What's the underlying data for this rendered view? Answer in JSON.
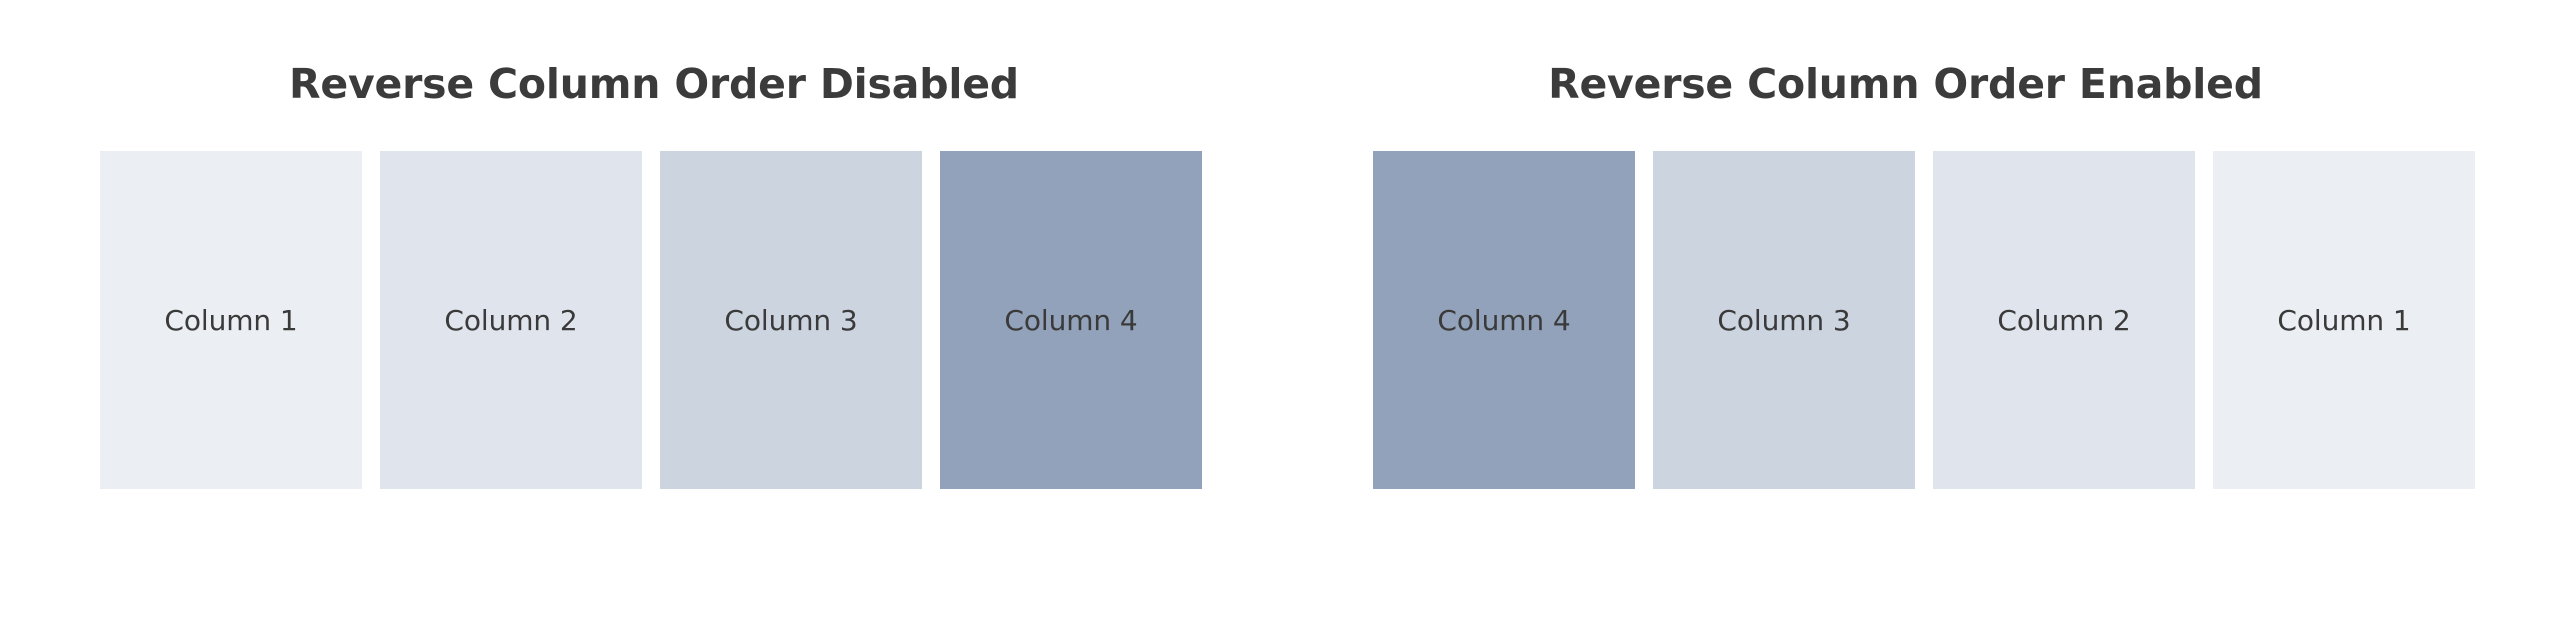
{
  "page": {
    "background_color": "#ffffff",
    "text_color": "#3a3a3a",
    "title_color": "#3b3b3b"
  },
  "panels": [
    {
      "id": "reverse-disabled",
      "title": "Reverse Column Order Disabled",
      "reversed": false,
      "columns": [
        {
          "label": "Column 1",
          "color": "#ebeef3"
        },
        {
          "label": "Column 2",
          "color": "#e0e5ed"
        },
        {
          "label": "Column 3",
          "color": "#ccd4e0"
        },
        {
          "label": "Column 4",
          "color": "#93a2bb"
        }
      ]
    },
    {
      "id": "reverse-enabled",
      "title": "Reverse Column Order Enabled",
      "reversed": true,
      "columns": [
        {
          "label": "Column 1",
          "color": "#ebeef3"
        },
        {
          "label": "Column 2",
          "color": "#e0e5ed"
        },
        {
          "label": "Column 3",
          "color": "#ccd4e0"
        },
        {
          "label": "Column 4",
          "color": "#93a2bb"
        }
      ]
    }
  ]
}
